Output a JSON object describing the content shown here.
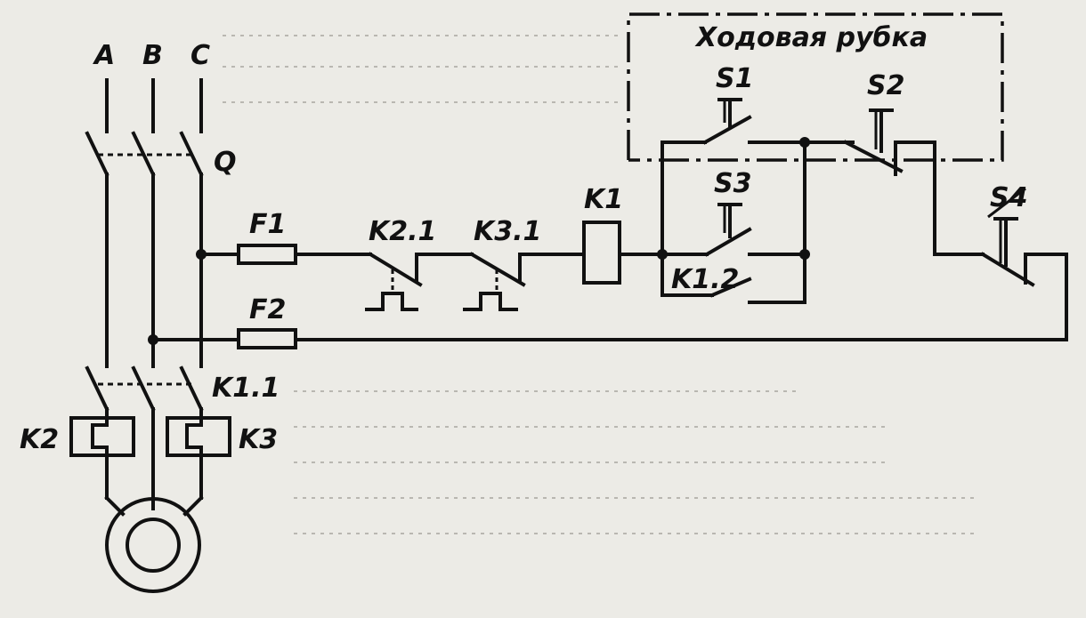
{
  "phases": {
    "a": "A",
    "b": "B",
    "c": "C"
  },
  "breaker": "Q",
  "contactor_main": "K1.1",
  "thermal": {
    "left": "K2",
    "right": "K3"
  },
  "fuses": {
    "f1": "F1",
    "f2": "F2"
  },
  "contacts": {
    "k2_1": "K2.1",
    "k3_1": "K3.1",
    "k1_2": "K1.2"
  },
  "coil": "K1",
  "buttons": {
    "s1": "S1",
    "s2": "S2",
    "s3": "S3",
    "s4": "S4"
  },
  "wheelhouse": "Ходовая рубка"
}
